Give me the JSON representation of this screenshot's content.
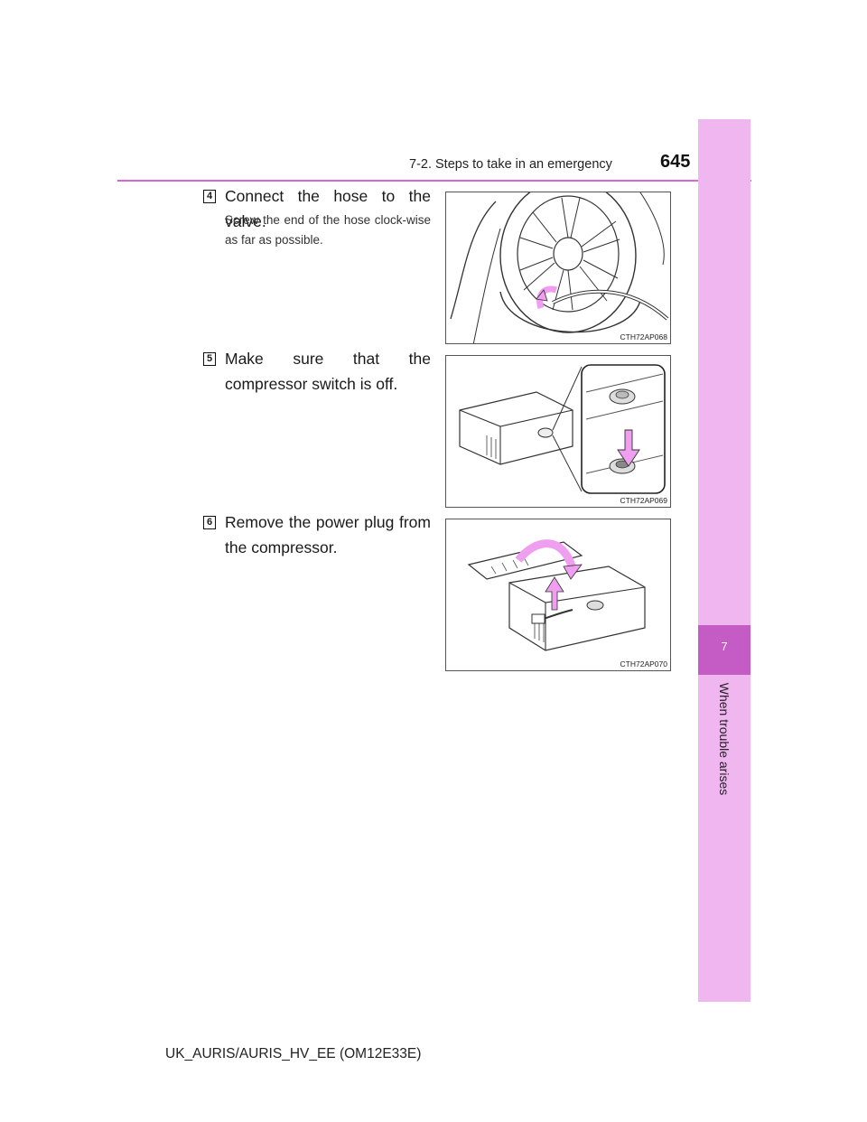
{
  "header": {
    "section_title": "7-2. Steps to take in an emergency",
    "page_number": "645",
    "rule_color": "#d36ad3"
  },
  "side_tab": {
    "chapter_number": "7",
    "chapter_title": "When trouble arises",
    "tab_color": "#f0b6f0",
    "tab_dark_color": "#c55bc5"
  },
  "steps": [
    {
      "number": "4",
      "title": "Connect the hose to the valve.",
      "note": "Screw the end of the hose clock-wise as far as possible.",
      "figure_code": "CTH72AP068"
    },
    {
      "number": "5",
      "title": "Make sure that the compressor switch is off.",
      "figure_code": "CTH72AP069"
    },
    {
      "number": "6",
      "title": "Remove the power plug from the compressor.",
      "figure_code": "CTH72AP070"
    }
  ],
  "footer": {
    "text": "UK_AURIS/AURIS_HV_EE (OM12E33E)"
  },
  "illustration_colors": {
    "arrow_pink": "#ef9ef0",
    "line": "#333333"
  }
}
